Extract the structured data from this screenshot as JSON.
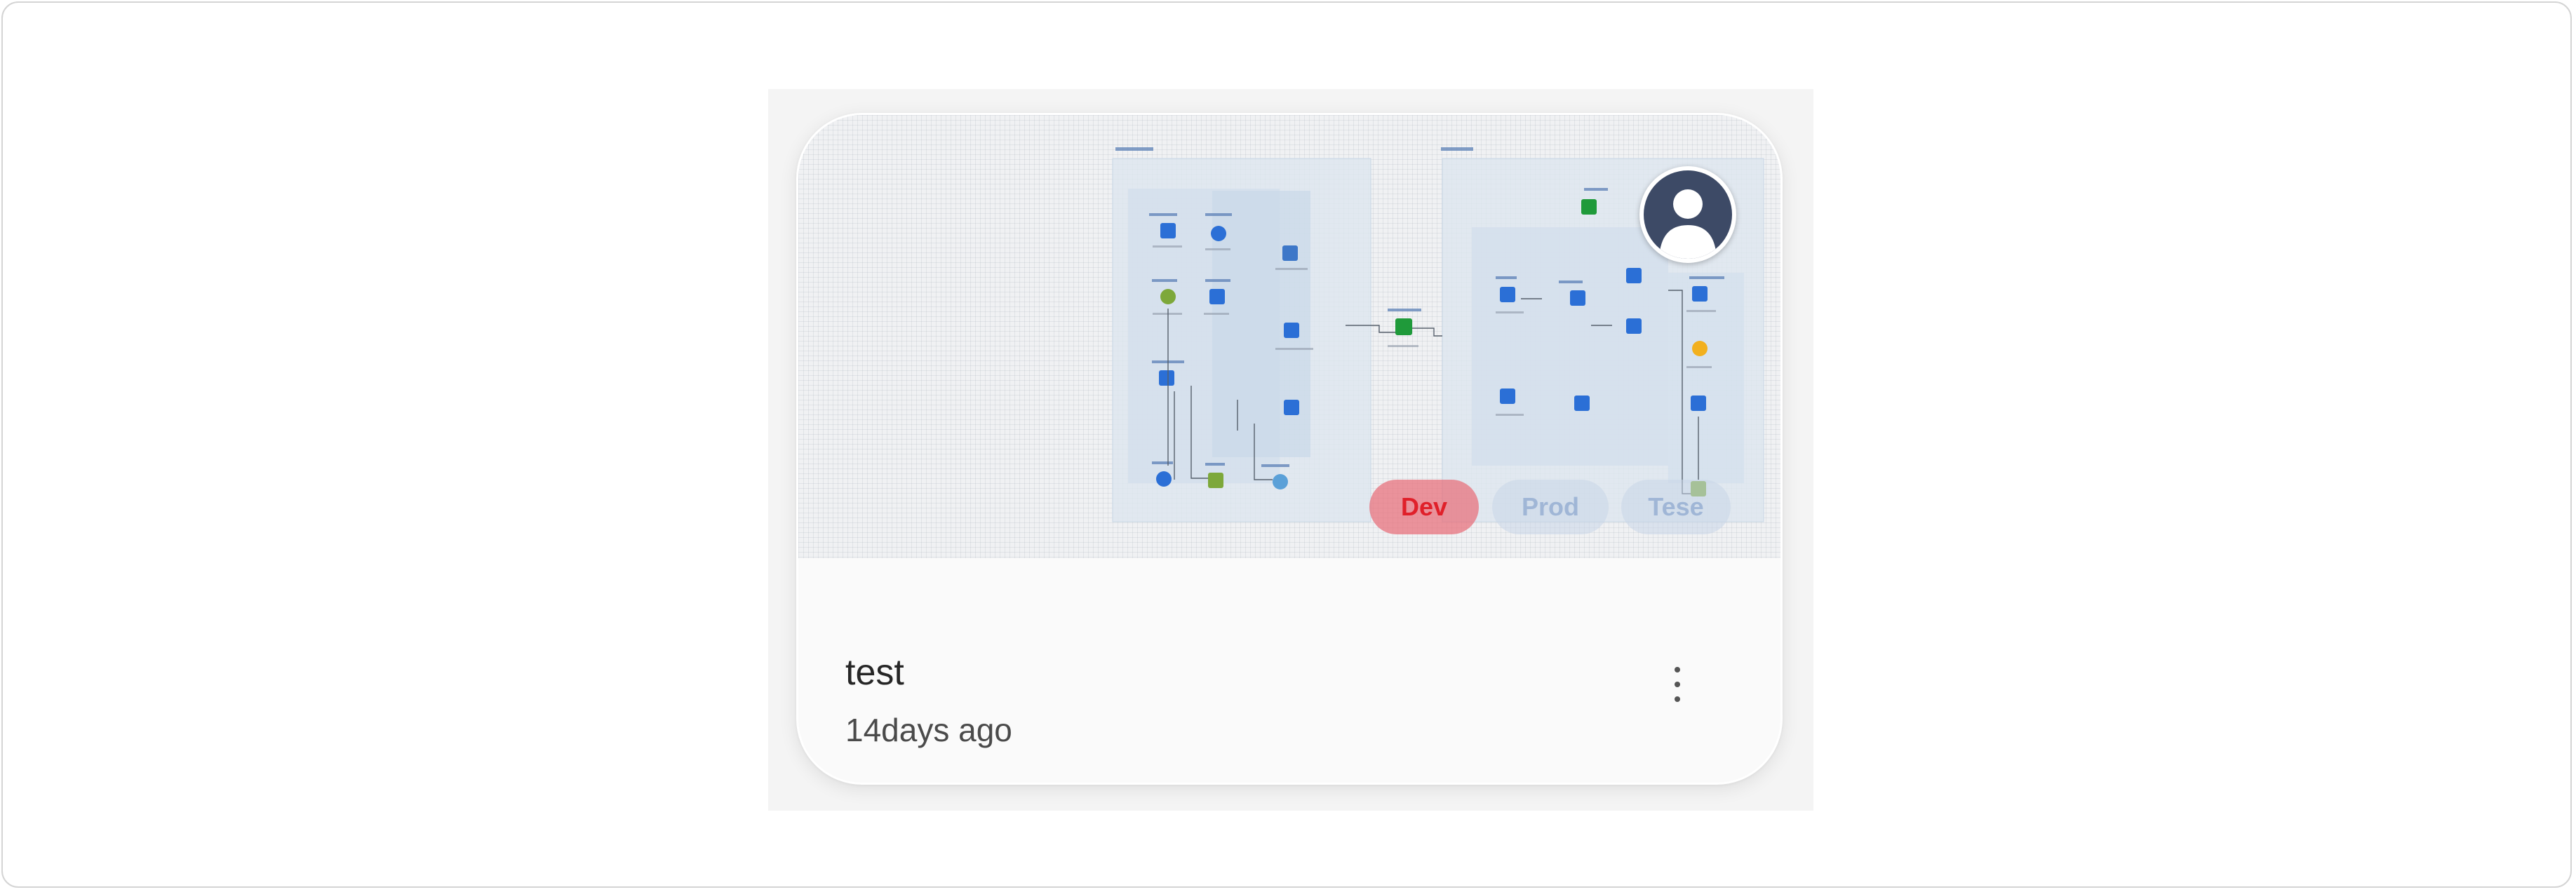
{
  "card": {
    "title": "test",
    "subtitle": "14days ago",
    "more_icon": "vertical-ellipsis-icon",
    "avatar_icon": "user-avatar-icon"
  },
  "tags": [
    {
      "label": "Dev",
      "color": "#e0202a",
      "active": true
    },
    {
      "label": "Prod",
      "color": "#96afd2",
      "active": false
    },
    {
      "label": "Tese",
      "color": "#96afd2",
      "active": false
    }
  ],
  "colors": {
    "accent_blue": "#2b6fd6",
    "avatar_bg": "#3d4a66",
    "dev_bg": "#e86e78"
  }
}
